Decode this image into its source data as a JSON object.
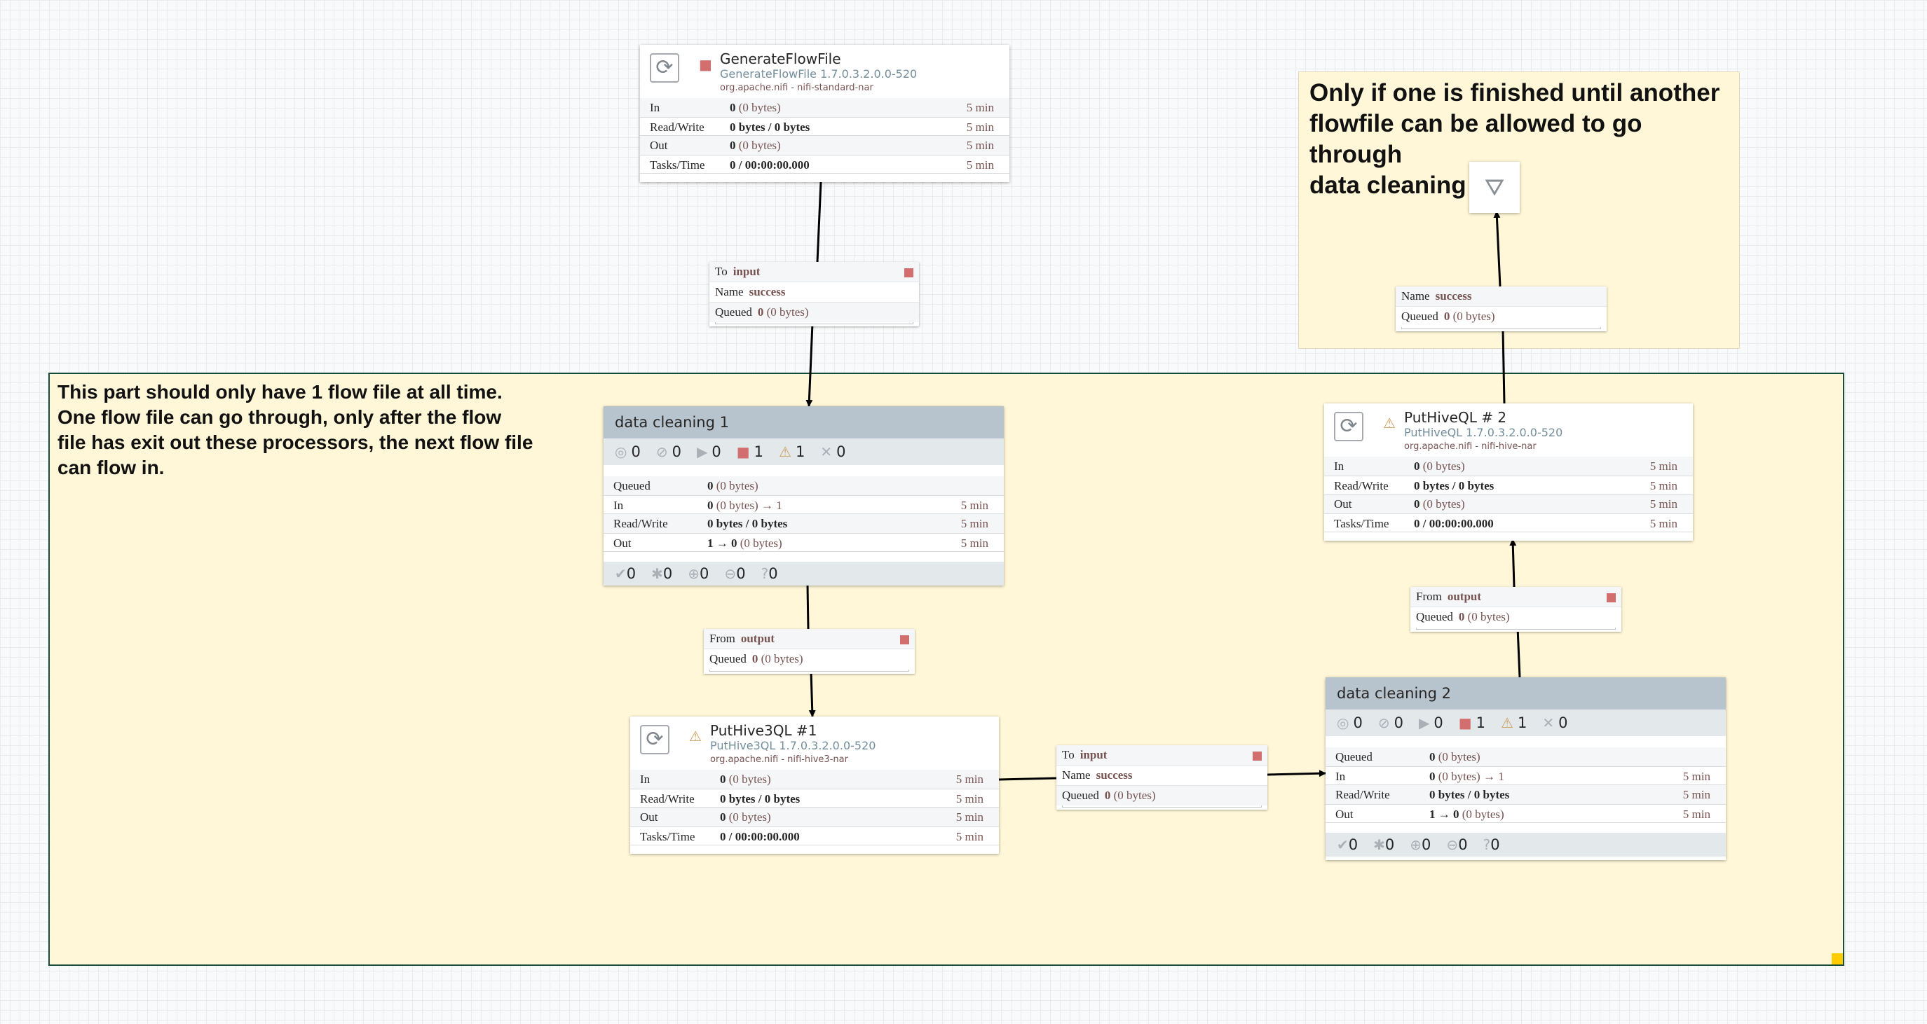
{
  "labels": {
    "main_text": "This part should only have 1 flow file at all time.\nOne flow file can go through, only after the flow\nfile has exit out these processors, the next flow file\ncan flow in.",
    "side_text": "Only if one is finished until another\nflowfile can be allowed to go through\ndata cleaning 1"
  },
  "processors": {
    "generate": {
      "name": "GenerateFlowFile",
      "type": "GenerateFlowFile 1.7.0.3.2.0.0-520",
      "bundle": "org.apache.nifi - nifi-standard-nar",
      "state_icon": "stop-icon",
      "in_label": "In",
      "in_value": "0",
      "in_sub": "(0 bytes)",
      "in_time": "5 min",
      "rw_label": "Read/Write",
      "rw_value": "0 bytes / 0 bytes",
      "rw_time": "5 min",
      "out_label": "Out",
      "out_value": "0",
      "out_sub": "(0 bytes)",
      "out_time": "5 min",
      "tasks_label": "Tasks/Time",
      "tasks_value": "0 / 00:00:00.000",
      "tasks_time": "5 min"
    },
    "puthive3": {
      "name": "PutHive3QL #1",
      "type": "PutHive3QL 1.7.0.3.2.0.0-520",
      "bundle": "org.apache.nifi - nifi-hive3-nar",
      "state_icon": "warning-icon",
      "in_label": "In",
      "in_value": "0",
      "in_sub": "(0 bytes)",
      "in_time": "5 min",
      "rw_label": "Read/Write",
      "rw_value": "0 bytes / 0 bytes",
      "rw_time": "5 min",
      "out_label": "Out",
      "out_value": "0",
      "out_sub": "(0 bytes)",
      "out_time": "5 min",
      "tasks_label": "Tasks/Time",
      "tasks_value": "0 / 00:00:00.000",
      "tasks_time": "5 min"
    },
    "puthive2": {
      "name": "PutHiveQL # 2",
      "type": "PutHiveQL 1.7.0.3.2.0.0-520",
      "bundle": "org.apache.nifi - nifi-hive-nar",
      "state_icon": "warning-icon",
      "in_label": "In",
      "in_value": "0",
      "in_sub": "(0 bytes)",
      "in_time": "5 min",
      "rw_label": "Read/Write",
      "rw_value": "0 bytes / 0 bytes",
      "rw_time": "5 min",
      "out_label": "Out",
      "out_value": "0",
      "out_sub": "(0 bytes)",
      "out_time": "5 min",
      "tasks_label": "Tasks/Time",
      "tasks_value": "0 / 00:00:00.000",
      "tasks_time": "5 min"
    }
  },
  "groups": {
    "dc1": {
      "title": "data cleaning 1",
      "counts": {
        "transmitting": "0",
        "not_transmitting": "0",
        "running": "0",
        "stopped": "1",
        "invalid": "1",
        "disabled": "0"
      },
      "queued_label": "Queued",
      "queued_value": "0",
      "queued_sub": "(0 bytes)",
      "in_label": "In",
      "in_value": "0",
      "in_sub": "(0 bytes) → 1",
      "in_time": "5 min",
      "rw_label": "Read/Write",
      "rw_value": "0 bytes / 0 bytes",
      "rw_time": "5 min",
      "out_label": "Out",
      "out_value": "1 → 0",
      "out_sub": "(0 bytes)",
      "out_time": "5 min",
      "versions": {
        "up_to_date": "0",
        "modified": "0",
        "stale": "0",
        "modified_stale": "0",
        "sync_failure": "0"
      }
    },
    "dc2": {
      "title": "data cleaning 2",
      "counts": {
        "transmitting": "0",
        "not_transmitting": "0",
        "running": "0",
        "stopped": "1",
        "invalid": "1",
        "disabled": "0"
      },
      "queued_label": "Queued",
      "queued_value": "0",
      "queued_sub": "(0 bytes)",
      "in_label": "In",
      "in_value": "0",
      "in_sub": "(0 bytes) → 1",
      "in_time": "5 min",
      "rw_label": "Read/Write",
      "rw_value": "0 bytes / 0 bytes",
      "rw_time": "5 min",
      "out_label": "Out",
      "out_value": "1 → 0",
      "out_sub": "(0 bytes)",
      "out_time": "5 min",
      "versions": {
        "up_to_date": "0",
        "modified": "0",
        "stale": "0",
        "modified_stale": "0",
        "sync_failure": "0"
      }
    }
  },
  "connections": {
    "c1": {
      "key1": "To",
      "val1": "input",
      "key2": "Name",
      "val2": "success",
      "key3": "Queued",
      "val3": "0",
      "sub3": "(0 bytes)"
    },
    "c2": {
      "key1": "From",
      "val1": "output",
      "key3": "Queued",
      "val3": "0",
      "sub3": "(0 bytes)"
    },
    "c3": {
      "key1": "To",
      "val1": "input",
      "key2": "Name",
      "val2": "success",
      "key3": "Queued",
      "val3": "0",
      "sub3": "(0 bytes)"
    },
    "c4": {
      "key1": "From",
      "val1": "output",
      "key3": "Queued",
      "val3": "0",
      "sub3": "(0 bytes)"
    },
    "c5": {
      "key2": "Name",
      "val2": "success",
      "key3": "Queued",
      "val3": "0",
      "sub3": "(0 bytes)"
    }
  },
  "colors": {
    "label_bg": "#fff7d7",
    "group_header": "#b8c4cd",
    "stopped": "#d26e6e",
    "warning": "#cf9f5d",
    "handle": "#ffcc00"
  }
}
